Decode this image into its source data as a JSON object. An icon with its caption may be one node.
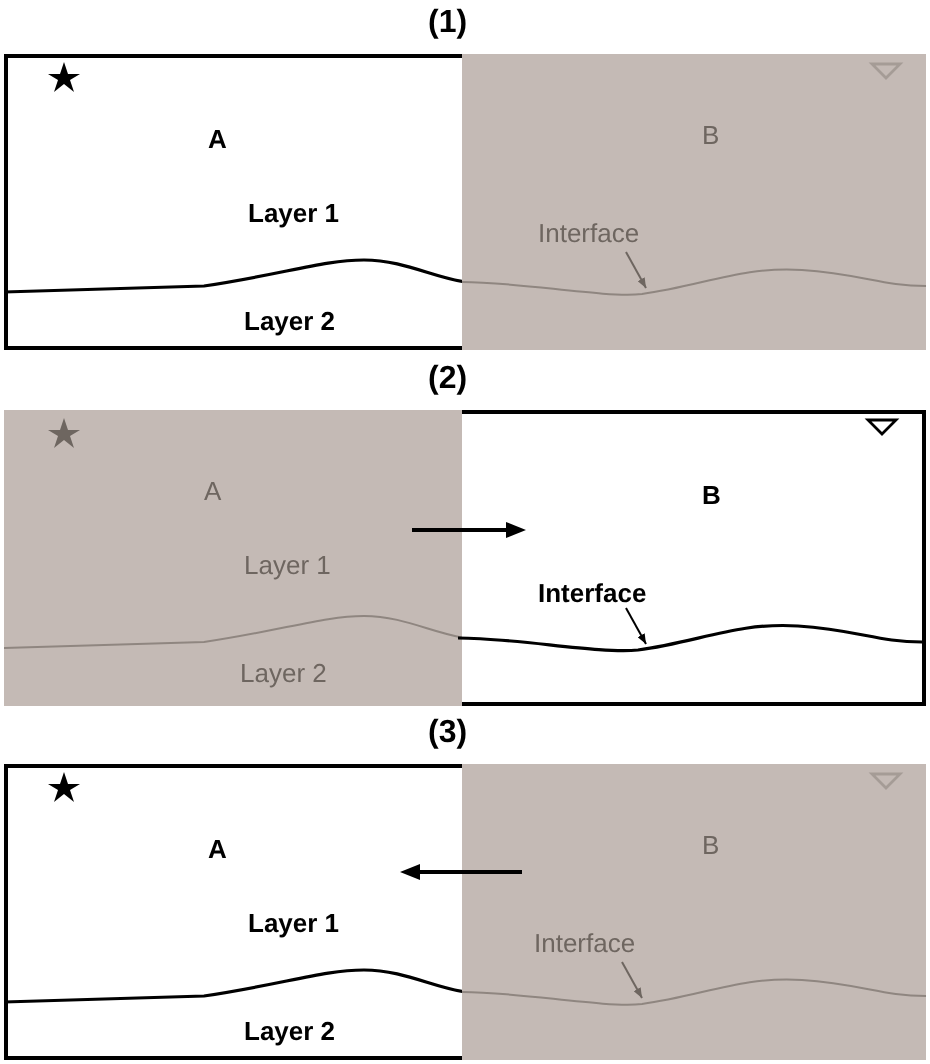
{
  "diagram": {
    "nodes": [
      {
        "text": [
          "A",
          "Layer 1",
          "Layer 2"
        ]
      },
      {
        "text": [
          "B"
        ]
      },
      {
        "text": [
          "Interface"
        ],
        "in": 1
      },
      {
        "text": [
          "A",
          "Layer 1",
          "Layer 2"
        ]
      },
      {
        "text": [
          "B"
        ]
      },
      {
        "text": [
          "Interface"
        ],
        "in": 4
      },
      {
        "text": [
          "A",
          "Layer 1",
          "Layer 2"
        ]
      },
      {
        "text": [
          "B"
        ]
      },
      {
        "text": [
          "Interface"
        ],
        "in": 7
      }
    ],
    "edges": [
      {
        "from": 2,
        "to": null,
        "arrow": "to"
      },
      {
        "from": 5,
        "to": null,
        "arrow": "to",
        "color": "#000000"
      },
      {
        "from": 8,
        "to": null,
        "arrow": "to"
      }
    ],
    "labels": [
      "(1)",
      "(2)",
      "(3)"
    ]
  }
}
